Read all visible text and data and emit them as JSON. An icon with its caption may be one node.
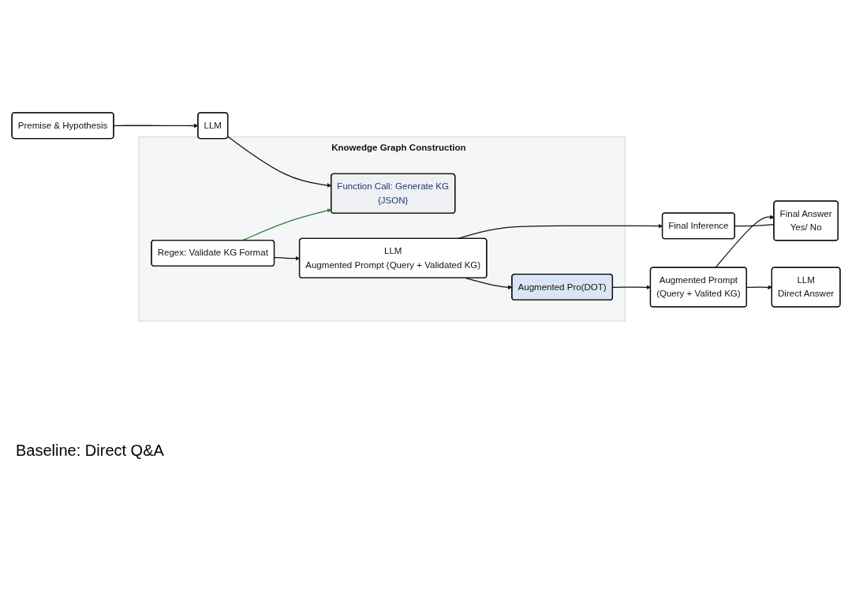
{
  "diagram": {
    "nodes": [
      {
        "text": [
          "Knowedge Graph Construction"
        ]
      },
      {
        "text": [
          "Premise & Hypothesis"
        ]
      },
      {
        "text": [
          "LLM"
        ]
      },
      {
        "text": [
          "Regex: Validate KG Format"
        ],
        "in": 0
      },
      {
        "text": [
          "Function Call: Generate KG",
          "{JSON}"
        ],
        "in": 0
      },
      {
        "text": [
          "LLM",
          "Augmented Prompt (Query + Validated KG)"
        ],
        "in": 0
      },
      {
        "text": [
          "Augmented Pro(DOT)"
        ],
        "in": 0
      },
      {
        "text": [
          "Final Inference"
        ]
      },
      {
        "text": [
          "LLM",
          "Direct Answer"
        ]
      },
      {
        "text": [
          "Augmented Prompt",
          "(Query + Valited KG)"
        ]
      },
      {
        "text": [
          "Final Answer",
          "Yes/ No"
        ]
      }
    ],
    "edges": [
      {
        "from": 1,
        "to": 2,
        "arrow": "to"
      },
      {
        "from": 2,
        "to": 4,
        "arrow": "to"
      },
      {
        "from": 3,
        "to": 4,
        "arrow": "to",
        "color": "#2e7d32"
      },
      {
        "from": 3,
        "to": 5,
        "arrow": "to"
      },
      {
        "from": 5,
        "to": 7,
        "arrow": "to"
      },
      {
        "from": 5,
        "to": 6,
        "arrow": "to"
      },
      {
        "from": 6,
        "to": 9,
        "arrow": "to"
      },
      {
        "from": 9,
        "to": 8,
        "arrow": "to"
      },
      {
        "from": 9,
        "to": 10,
        "arrow": "to"
      },
      {
        "from": 7,
        "to": 10,
        "arrow": "none"
      }
    ],
    "labels": [
      "Baseline: Direct Q&A"
    ]
  }
}
